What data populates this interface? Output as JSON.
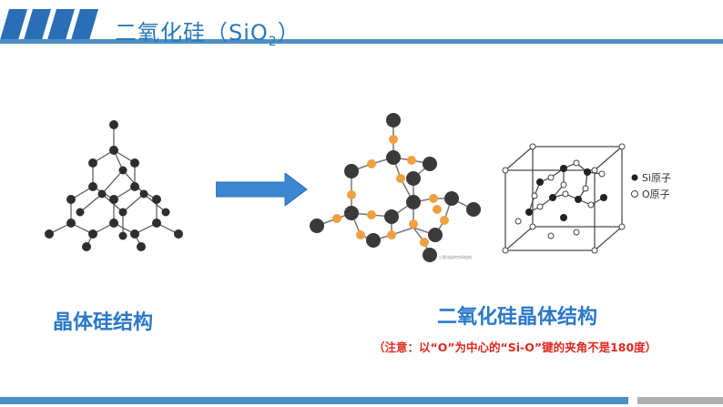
{
  "header": {
    "title_main": "二氧化硅（SiO",
    "title_sub": "2",
    "title_close": "）"
  },
  "labels": {
    "left": "晶体硅结构",
    "right": "二氧化硅晶体结构",
    "note": "（注意：以“O”为中心的“Si-O”键的夹角不是180度）"
  },
  "legend": {
    "si": "Si原子",
    "o": "O原子"
  },
  "small_caption": "二氧化硅的空间结构",
  "colors": {
    "accent": "#2a78c8",
    "note": "#e0281e",
    "oxygen": "#f0a040",
    "silicon": "#3a3a3a"
  }
}
